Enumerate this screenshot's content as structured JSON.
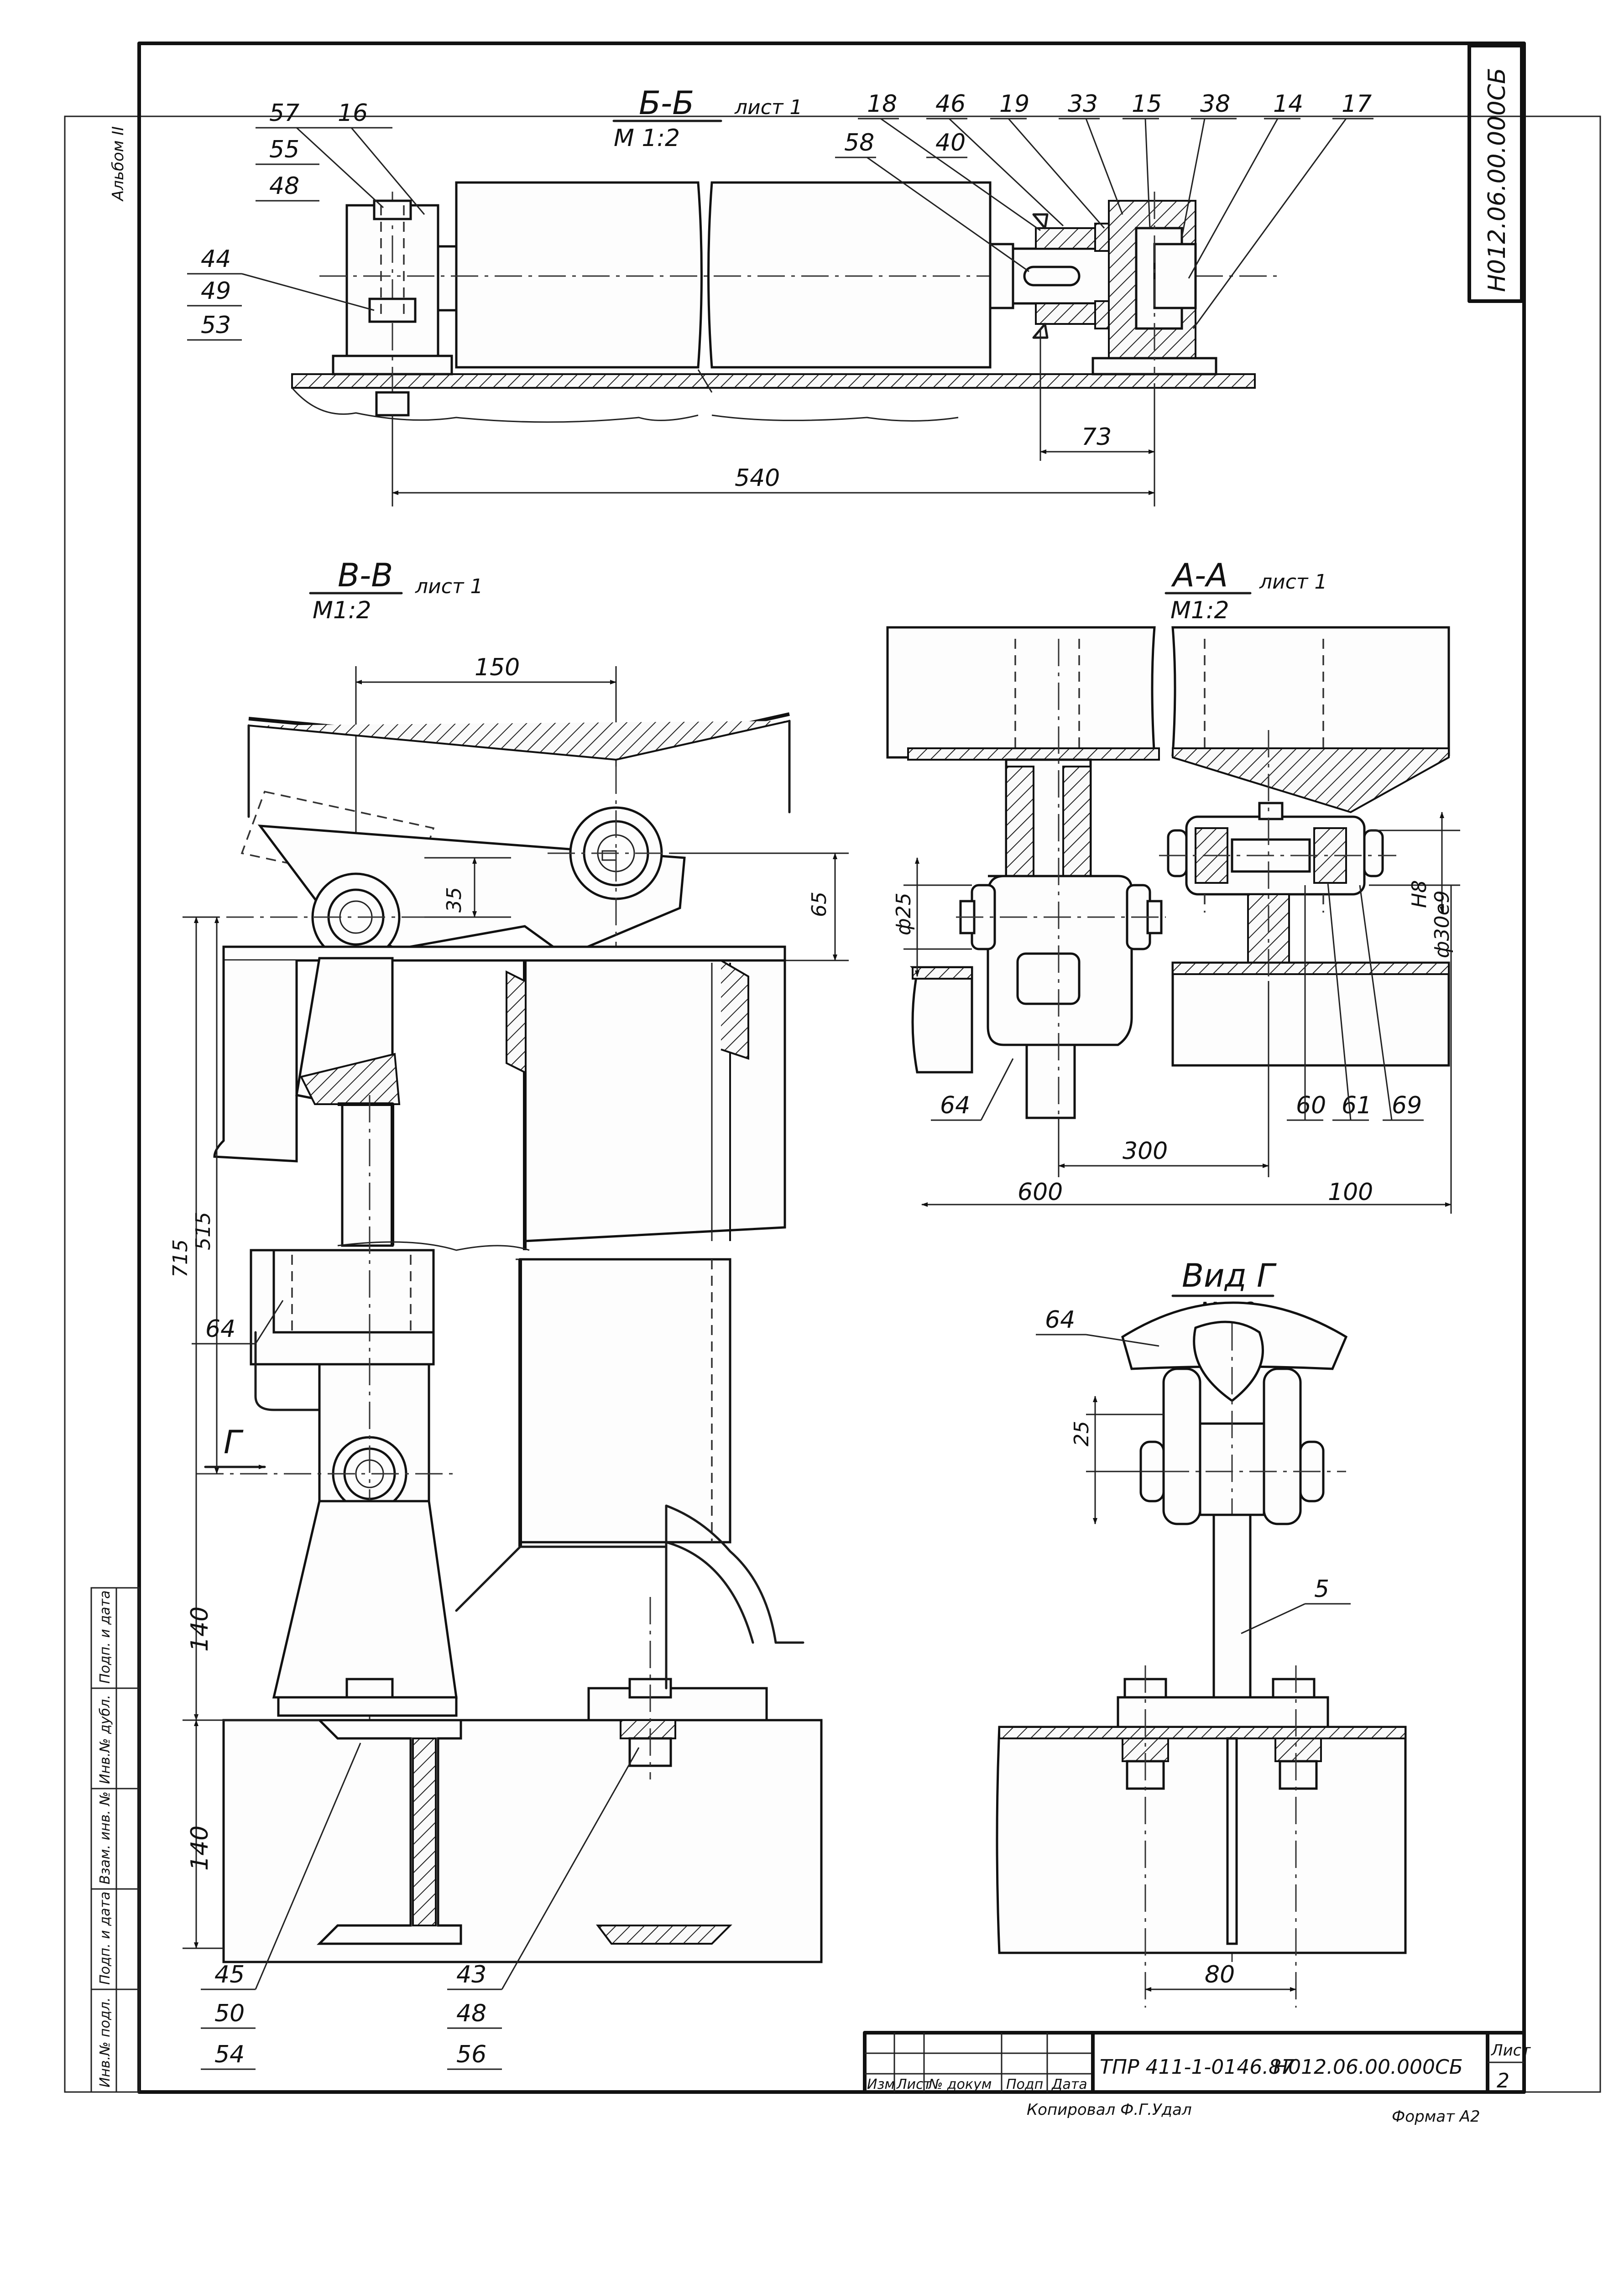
{
  "sheet": {
    "designation": "Н012.06.00.000СБ",
    "corner_mark": "Альбом II",
    "project_code": "ТПР 411-1-0146.87",
    "designation_footer": "Н012.06.00.000СБ",
    "sheet_label": "Лист",
    "sheet_number": "2",
    "copied_by": "Копировал Ф.Г.Удал",
    "format": "Формат А2",
    "title_block_headers": [
      "Изм",
      "Лист",
      "№ докум",
      "Подп",
      "Дата"
    ],
    "side_stamp": [
      "Инв.№ подл.",
      "Подп. и дата",
      "Взам. инв. №",
      "Инв.№ дубл.",
      "Подп. и дата"
    ]
  },
  "views": {
    "bb": {
      "name": "Б-Б",
      "scale": "М 1:2",
      "ref": "лист 1"
    },
    "vv": {
      "name": "В-В",
      "scale": "М1:2",
      "ref": "лист 1"
    },
    "aa": {
      "name": "А-А",
      "scale": "М1:2",
      "ref": "лист 1"
    },
    "vid": {
      "name": "Вид Г",
      "scale": "М 1:2"
    }
  },
  "dimensions": {
    "d540": "540",
    "d73": "73",
    "d150": "150",
    "d35": "35",
    "d65": "65",
    "d715": "715",
    "d515": "515",
    "d140a": "140",
    "d140b": "140",
    "d25dia": "ф25",
    "d300": "300",
    "d600": "600",
    "d100": "100",
    "dH8": "Н8",
    "d30e9": "ф30е9",
    "d25": "25",
    "d80": "80",
    "arrow_g": "Г"
  },
  "callouts": {
    "bb_left": [
      "57",
      "16",
      "55",
      "48",
      "44",
      "49",
      "53"
    ],
    "bb_right": [
      "18",
      "46",
      "19",
      "33",
      "15",
      "38",
      "14",
      "17",
      "58",
      "40"
    ],
    "vv_left": [
      "64"
    ],
    "vv_bottom": [
      "45",
      "50",
      "54",
      "43",
      "48",
      "56"
    ],
    "aa": [
      "64",
      "60",
      "61",
      "69"
    ],
    "vid": [
      "64",
      "5"
    ]
  }
}
